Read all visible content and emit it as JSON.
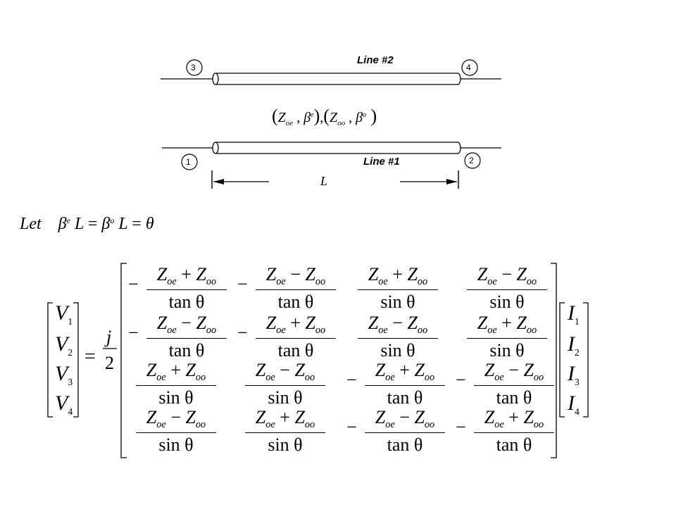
{
  "diagram": {
    "ports": {
      "p1": "1",
      "p2": "2",
      "p3": "3",
      "p4": "4"
    },
    "line2_label": "Line #2",
    "line1_label": "Line #1",
    "length_label": "L",
    "params": {
      "z_even": "Z",
      "z_even_sub": "oe",
      "beta": "β",
      "beta_even_sup": "e",
      "z_odd": "Z",
      "z_odd_sub": "oo",
      "beta_odd_sup": "o"
    }
  },
  "let_line": {
    "let": "Let",
    "beta": "β",
    "sup_e": "e",
    "sup_o": "o",
    "L": "L",
    "theta": "θ",
    "eq": "="
  },
  "matrix_eq": {
    "V": "V",
    "I": "I",
    "indices": [
      "1",
      "2",
      "3",
      "4"
    ],
    "equals": "=",
    "coef_num": "j",
    "coef_den": "2",
    "minus": "−",
    "Z": "Z",
    "sub_oe": "oe",
    "sub_oo": "oo",
    "plus": "+",
    "tan": "tan θ",
    "sin": "sin θ"
  }
}
